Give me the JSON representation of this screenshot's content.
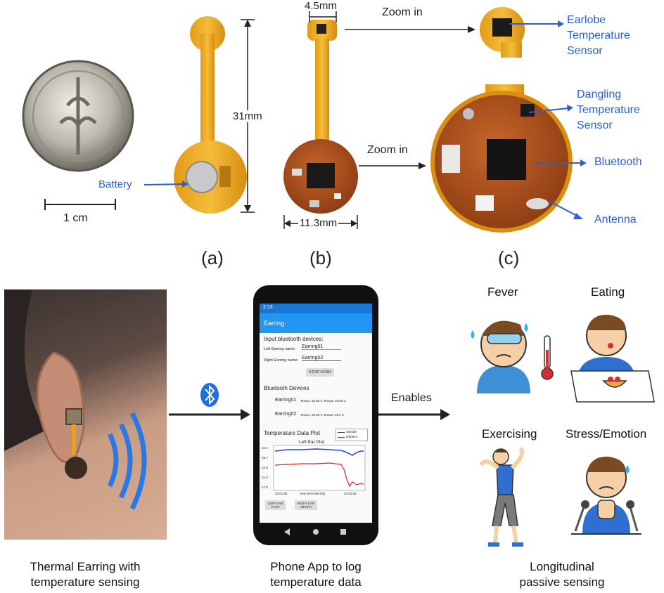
{
  "panel_a": {
    "letter": "(a)",
    "battery_label": "Battery",
    "scale_label": "1 cm",
    "length_label": "31mm"
  },
  "panel_b": {
    "letter": "(b)",
    "width_top_label": "4.5mm",
    "width_bottom_label": "11.3mm",
    "zoom_top": "Zoom in",
    "zoom_bottom": "Zoom in"
  },
  "panel_c": {
    "letter": "(c)",
    "earlobe_label": "Earlobe\nTemperature\nSensor",
    "dangling_label": "Dangling\nTemperature\nSensor",
    "bluetooth_label": "Bluetooth",
    "antenna_label": "Antenna"
  },
  "bottom": {
    "enables_label": "Enables",
    "caption_left": "Thermal Earring with\ntemperature sensing",
    "caption_mid": "Phone App to log\ntemperature data",
    "caption_right": "Longitudinal\npassive sensing",
    "icons": [
      "Fever",
      "Eating",
      "Exercising",
      "Stress/Emotion"
    ]
  },
  "phone": {
    "status_time": "2:13",
    "app_title": "Earring",
    "input_heading": "Input bluetooth devices:",
    "left_label": "Left Earring name:",
    "left_value": "Earring01",
    "right_label": "Right Earring name:",
    "right_value": "Earring02",
    "stop_scan": "STOP SCAN",
    "devices_heading": "Bluetooth Devices",
    "device1_name": "Earring01",
    "device1_temps": "Temp1: 34.55 C   Temp2: 25.92 C",
    "device2_name": "Earring02",
    "device2_temps": "Temp1: 34.59 C   Temp2: 25.9 C",
    "plot_heading": "Temperature Data Plot",
    "plot_title": "Left Ear Plot",
    "legend_1": "earlobe",
    "legend_2": "ambient",
    "y_ticks": [
      "32.4",
      "25.7",
      "24.0",
      "21.0",
      "17.5"
    ],
    "x_label": "time (HH:MM:SS)",
    "x_tick_left": "20:01:55",
    "x_tick_right": "20:02:54",
    "btn_left": "LEFT EAR\nPLOT",
    "btn_right": "RIGHT EAR\nGRAPH"
  },
  "colors": {
    "accent_blue": "#2a5fd6",
    "pcb_orange": "#e6a21f",
    "app_bar": "#2196f3"
  }
}
